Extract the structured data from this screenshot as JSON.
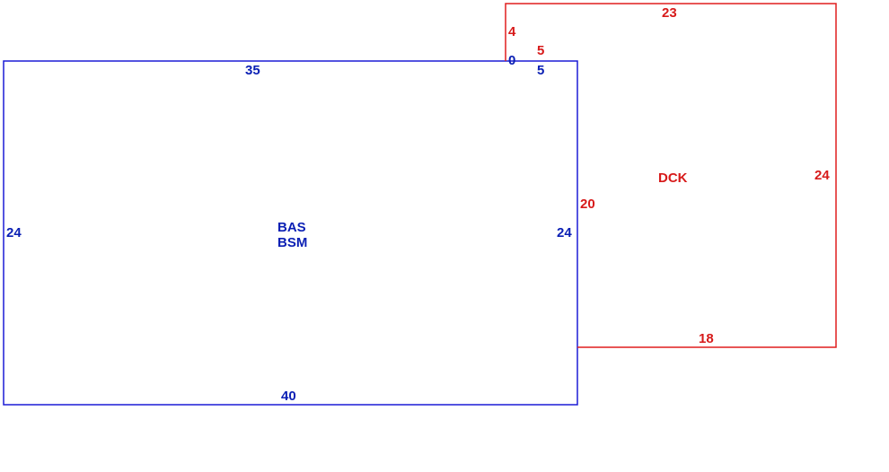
{
  "colors": {
    "basement": "#1b1bd6",
    "deck": "#e01e1e"
  },
  "basement": {
    "name_1": "BAS",
    "name_2": "BSM",
    "top": "35",
    "left": "24",
    "right": "24",
    "bottom": "40",
    "notch": "5",
    "corner": "0"
  },
  "deck": {
    "name": "DCK",
    "top": "23",
    "left_upper": "4",
    "notch": "5",
    "left_lower": "20",
    "right": "24",
    "bottom": "18"
  }
}
